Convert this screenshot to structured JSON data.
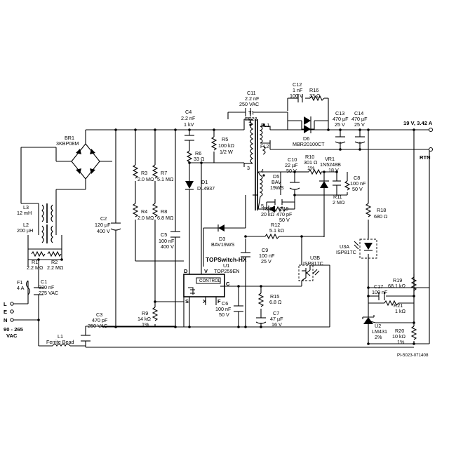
{
  "input": {
    "line_l": "L",
    "line_e": "E",
    "line_n": "N",
    "range": "90 - 265",
    "range_unit": "VAC"
  },
  "output": {
    "voltage": "19 V, 3.42 A",
    "return": "RTN"
  },
  "ic": {
    "family": "TOPSwitch-HX",
    "designator": "U1",
    "part": "TOP259EN",
    "control": "CONTROL",
    "pin_d": "D",
    "pin_v": "V",
    "pin_c": "C",
    "pin_s": "S",
    "pin_x": "X",
    "pin_f": "F"
  },
  "transformer": {
    "designator": "T1",
    "core": "EE28",
    "pin1": "1",
    "pin3": "3",
    "pin4": "4",
    "pin5": "5",
    "fl1": "FL1",
    "fl2": "FL2"
  },
  "components": {
    "BR1": {
      "ref": "BR1",
      "val1": "3KBP08M"
    },
    "L3": {
      "ref": "L3",
      "val1": "12 mH"
    },
    "L2": {
      "ref": "L2",
      "val1": "200 µH"
    },
    "R1": {
      "ref": "R1",
      "val1": "2.2 MΩ"
    },
    "R2": {
      "ref": "R2",
      "val1": "2.2 MΩ"
    },
    "F1": {
      "ref": "F1",
      "val1": "4 A"
    },
    "C1": {
      "ref": "C1",
      "val1": "330 nF",
      "val2": "275 VAC"
    },
    "L1": {
      "ref": "L1",
      "val1": "Ferrite Bead"
    },
    "C2": {
      "ref": "C2",
      "val1": "120 µF",
      "val2": "400 V"
    },
    "C3": {
      "ref": "C3",
      "val1": "470 pF",
      "val2": "250 VAC"
    },
    "R3": {
      "ref": "R3",
      "val1": "2.0 MΩ"
    },
    "R4": {
      "ref": "R4",
      "val1": "2.0 MΩ"
    },
    "R7": {
      "ref": "R7",
      "val1": "5.1 MΩ"
    },
    "R8": {
      "ref": "R8",
      "val1": "6.8 MΩ"
    },
    "C5": {
      "ref": "C5",
      "val1": "100 nF",
      "val2": "400 V"
    },
    "R9": {
      "ref": "R9",
      "val1": "14 kΩ",
      "val2": "1%"
    },
    "C4": {
      "ref": "C4",
      "val1": "2.2 nF",
      "val2": "1 kV"
    },
    "R6": {
      "ref": "R6",
      "val1": "33 Ω"
    },
    "D1": {
      "ref": "D1",
      "val1": "DL4937"
    },
    "R5": {
      "ref": "R5",
      "val1": "100 kΩ",
      "val2": "1/2 W"
    },
    "C11": {
      "ref": "C11",
      "val1": "2.2 nF",
      "val2": "250 VAC"
    },
    "C12": {
      "ref": "C12",
      "val1": "1 nF",
      "val2": "100 V"
    },
    "R16": {
      "ref": "R16",
      "val1": "33 Ω"
    },
    "D6": {
      "ref": "D6",
      "val1": "MBR20100CT"
    },
    "C13": {
      "ref": "C13",
      "val1": "470 µF",
      "val2": "25 V"
    },
    "C14": {
      "ref": "C14",
      "val1": "470 µF",
      "val2": "25 V"
    },
    "C10": {
      "ref": "C10",
      "val1": "22 µF",
      "val2": "50 V"
    },
    "R10": {
      "ref": "R10",
      "val1": "301 Ω",
      "val2": "1%"
    },
    "VR1": {
      "ref": "VR1",
      "val1": "1N5248B",
      "val2": "18 V"
    },
    "D5": {
      "ref": "D5",
      "val1": "BAV",
      "val2": "19WS"
    },
    "C8": {
      "ref": "C8",
      "val1": "100 nF",
      "val2": "50 V"
    },
    "R11": {
      "ref": "R11",
      "val1": "2 MΩ"
    },
    "R22": {
      "ref": "R22",
      "val1": "20 kΩ"
    },
    "C19": {
      "ref": "C19",
      "val1": "470 pF",
      "val2": "50 V"
    },
    "R12": {
      "ref": "R12",
      "val1": "5.1 kΩ"
    },
    "D3": {
      "ref": "D3",
      "val1": "BAV19WS"
    },
    "C9": {
      "ref": "C9",
      "val1": "100 nF",
      "val2": "25 V"
    },
    "U3B": {
      "ref": "U3B",
      "val1": "ISP817C"
    },
    "R15": {
      "ref": "R15",
      "val1": "6.8 Ω"
    },
    "C6": {
      "ref": "C6",
      "val1": "100 nF",
      "val2": "50 V"
    },
    "C7": {
      "ref": "C7",
      "val1": "47 µF",
      "val2": "16 V"
    },
    "R18": {
      "ref": "R18",
      "val1": "680 Ω"
    },
    "U3A": {
      "ref": "U3A",
      "val1": "ISP817C"
    },
    "C17": {
      "ref": "C17",
      "val1": "100 nF"
    },
    "R19": {
      "ref": "R19",
      "val1": "68.1 kΩ"
    },
    "R21": {
      "ref": "R21",
      "val1": "1 kΩ"
    },
    "U2": {
      "ref": "U2",
      "val1": "LM431",
      "val2": "2%"
    },
    "R20": {
      "ref": "R20",
      "val1": "10 kΩ",
      "val2": "1%"
    }
  },
  "drawing_number": "PI-5023-071408"
}
